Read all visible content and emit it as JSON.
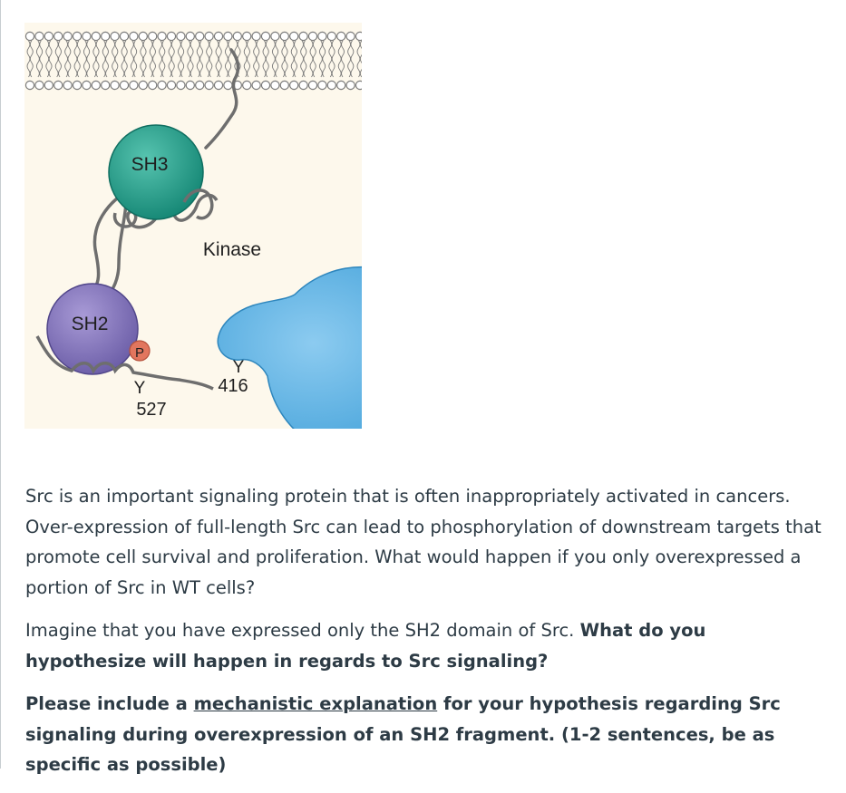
{
  "figure": {
    "labels": {
      "sh3": "SH3",
      "kinase": "Kinase",
      "sh2": "SH2",
      "phospho": "P",
      "y416_letter": "Y",
      "y416_number": "416",
      "y527_letter": "Y",
      "y527_number": "527"
    },
    "colors": {
      "background": "#fdf8ec",
      "membrane_head": "#ffffff",
      "sh3": "#1e9e8a",
      "kinase": "#56aee0",
      "sh2": "#7d6fb6",
      "phospho": "#e2765e",
      "linker": "#6e6e6e"
    }
  },
  "question": {
    "paragraph1": "Src is an important signaling protein that is often inappropriately activated in cancers. Over-expression of full-length Src can lead to phosphorylation of downstream targets that promote cell survival and proliferation. What would happen if you only overexpressed a portion of Src in WT cells?",
    "paragraph2_plain": "Imagine that you have expressed only the SH2 domain of Src. ",
    "paragraph2_bold": "What do you hypothesize will happen in regards to Src signaling?",
    "paragraph3_a": "Please include a ",
    "paragraph3_underlined": "mechanistic explanation",
    "paragraph3_b": " for your hypothesis regarding Src signaling during overexpression of an SH2 fragment.  (1-2 sentences, be as specific as possible)"
  }
}
